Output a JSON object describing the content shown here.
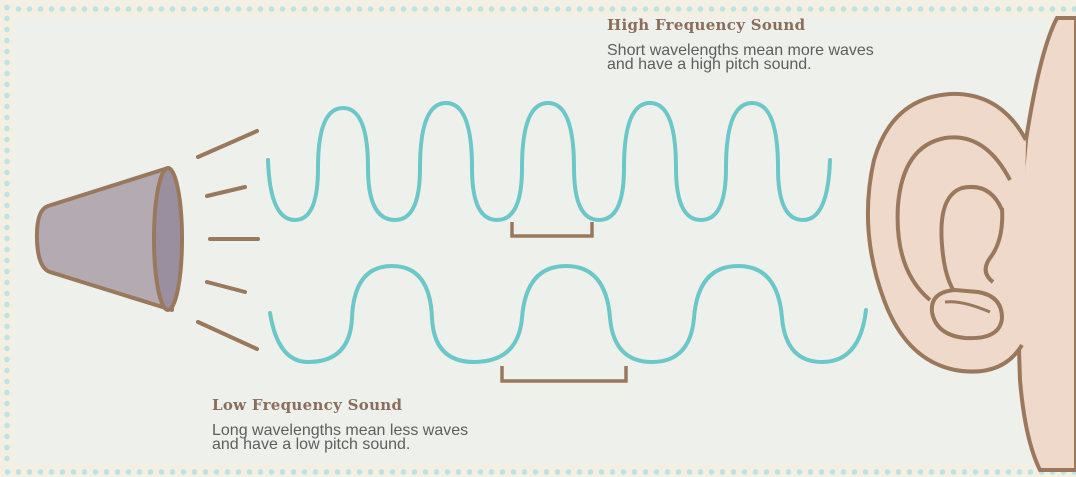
{
  "high": {
    "title": "High Frequency Sound",
    "line1": "Short wavelengths mean more waves",
    "line2": "and have a high pitch sound."
  },
  "low": {
    "title": "Low Frequency Sound",
    "line1": "Long wavelengths mean less waves",
    "line2": "and have a low pitch sound."
  },
  "colors": {
    "wave": "#6cc7c8",
    "outline": "#9a785c",
    "skin": "#efd9cb",
    "megaphone": "#b3aab2",
    "background": "#eef0ec"
  },
  "icons": [
    "megaphone-icon",
    "ear-icon"
  ]
}
